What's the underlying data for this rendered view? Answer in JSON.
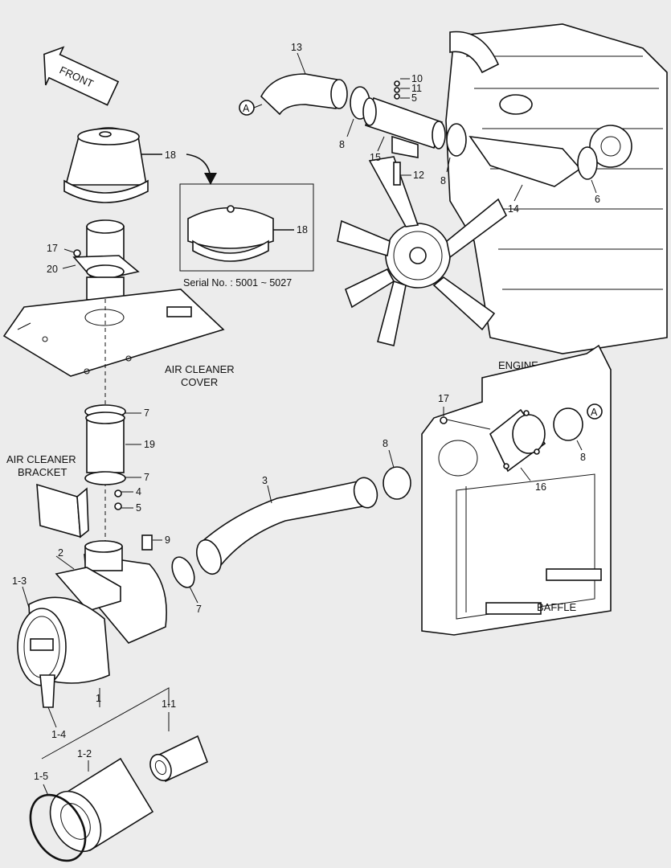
{
  "diagram": {
    "front_arrow": "FRONT",
    "captions": {
      "air_cleaner_cover": [
        "AIR CLEANER",
        "COVER"
      ],
      "air_cleaner_bracket": [
        "AIR CLEANER",
        "BRACKET"
      ],
      "engine": "ENGINE",
      "baffle": "BAFFLE"
    },
    "inset": {
      "serial": "Serial No. : 5001 ~ 5027",
      "part_label": "18"
    },
    "circle_refs": [
      "A",
      "A"
    ],
    "part_labels": {
      "p13": "13",
      "p10": "10",
      "p11": "11",
      "p5a": "5",
      "p8a": "8",
      "p15": "15",
      "p12": "12",
      "p8b": "8",
      "p14": "14",
      "p6": "6",
      "p18": "18",
      "p17a": "17",
      "p20": "20",
      "p7a": "7",
      "p19": "19",
      "p7b": "7",
      "p4": "4",
      "p5b": "5",
      "p9": "9",
      "p2": "2",
      "p3": "3",
      "p8c": "8",
      "p7c": "7",
      "p17b": "17",
      "p16": "16",
      "p8d": "8",
      "p1_3": "1-3",
      "p1": "1",
      "p1_1": "1-1",
      "p1_2": "1-2",
      "p1_4": "1-4",
      "p1_5": "1-5"
    }
  }
}
